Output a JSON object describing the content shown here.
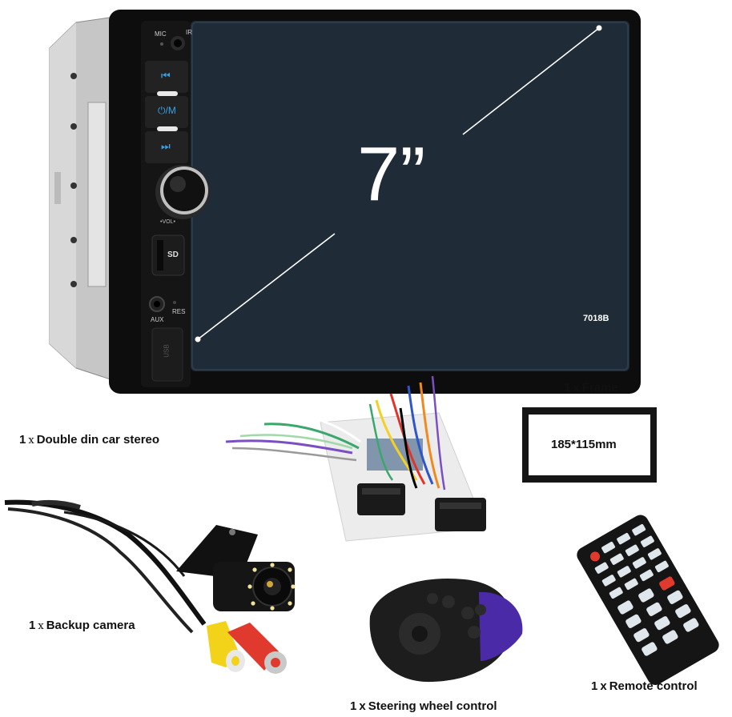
{
  "stereo": {
    "screen_size": "7”",
    "model": "7018B",
    "mic_label": "MIC",
    "ir_label": "IR",
    "sd_label": "SD",
    "aux_label": "AUX",
    "res_label": "RES",
    "vol_label": "•VOL•",
    "btn_prev": "⏮",
    "btn_power": "⏻/M",
    "btn_next": "⏭",
    "usb_label": "USB"
  },
  "items": {
    "stereo": {
      "qty": "1",
      "x": "x",
      "name": "Double din car stereo"
    },
    "frame": {
      "qty": "1",
      "x": "x",
      "name": "Frame",
      "size": "185*115mm"
    },
    "camera": {
      "qty": "1",
      "x": "x",
      "name": "Backup camera"
    },
    "steering": {
      "qty": "1",
      "x": "x",
      "name": "Steering wheel control"
    },
    "remote": {
      "qty": "1",
      "x": "x",
      "name": "Remote control"
    }
  },
  "colors": {
    "screen": "#1f2b36",
    "bezel": "#0d0d0d",
    "chassis": "#c9c9c9",
    "steering_accent": "#4b2aa8"
  }
}
